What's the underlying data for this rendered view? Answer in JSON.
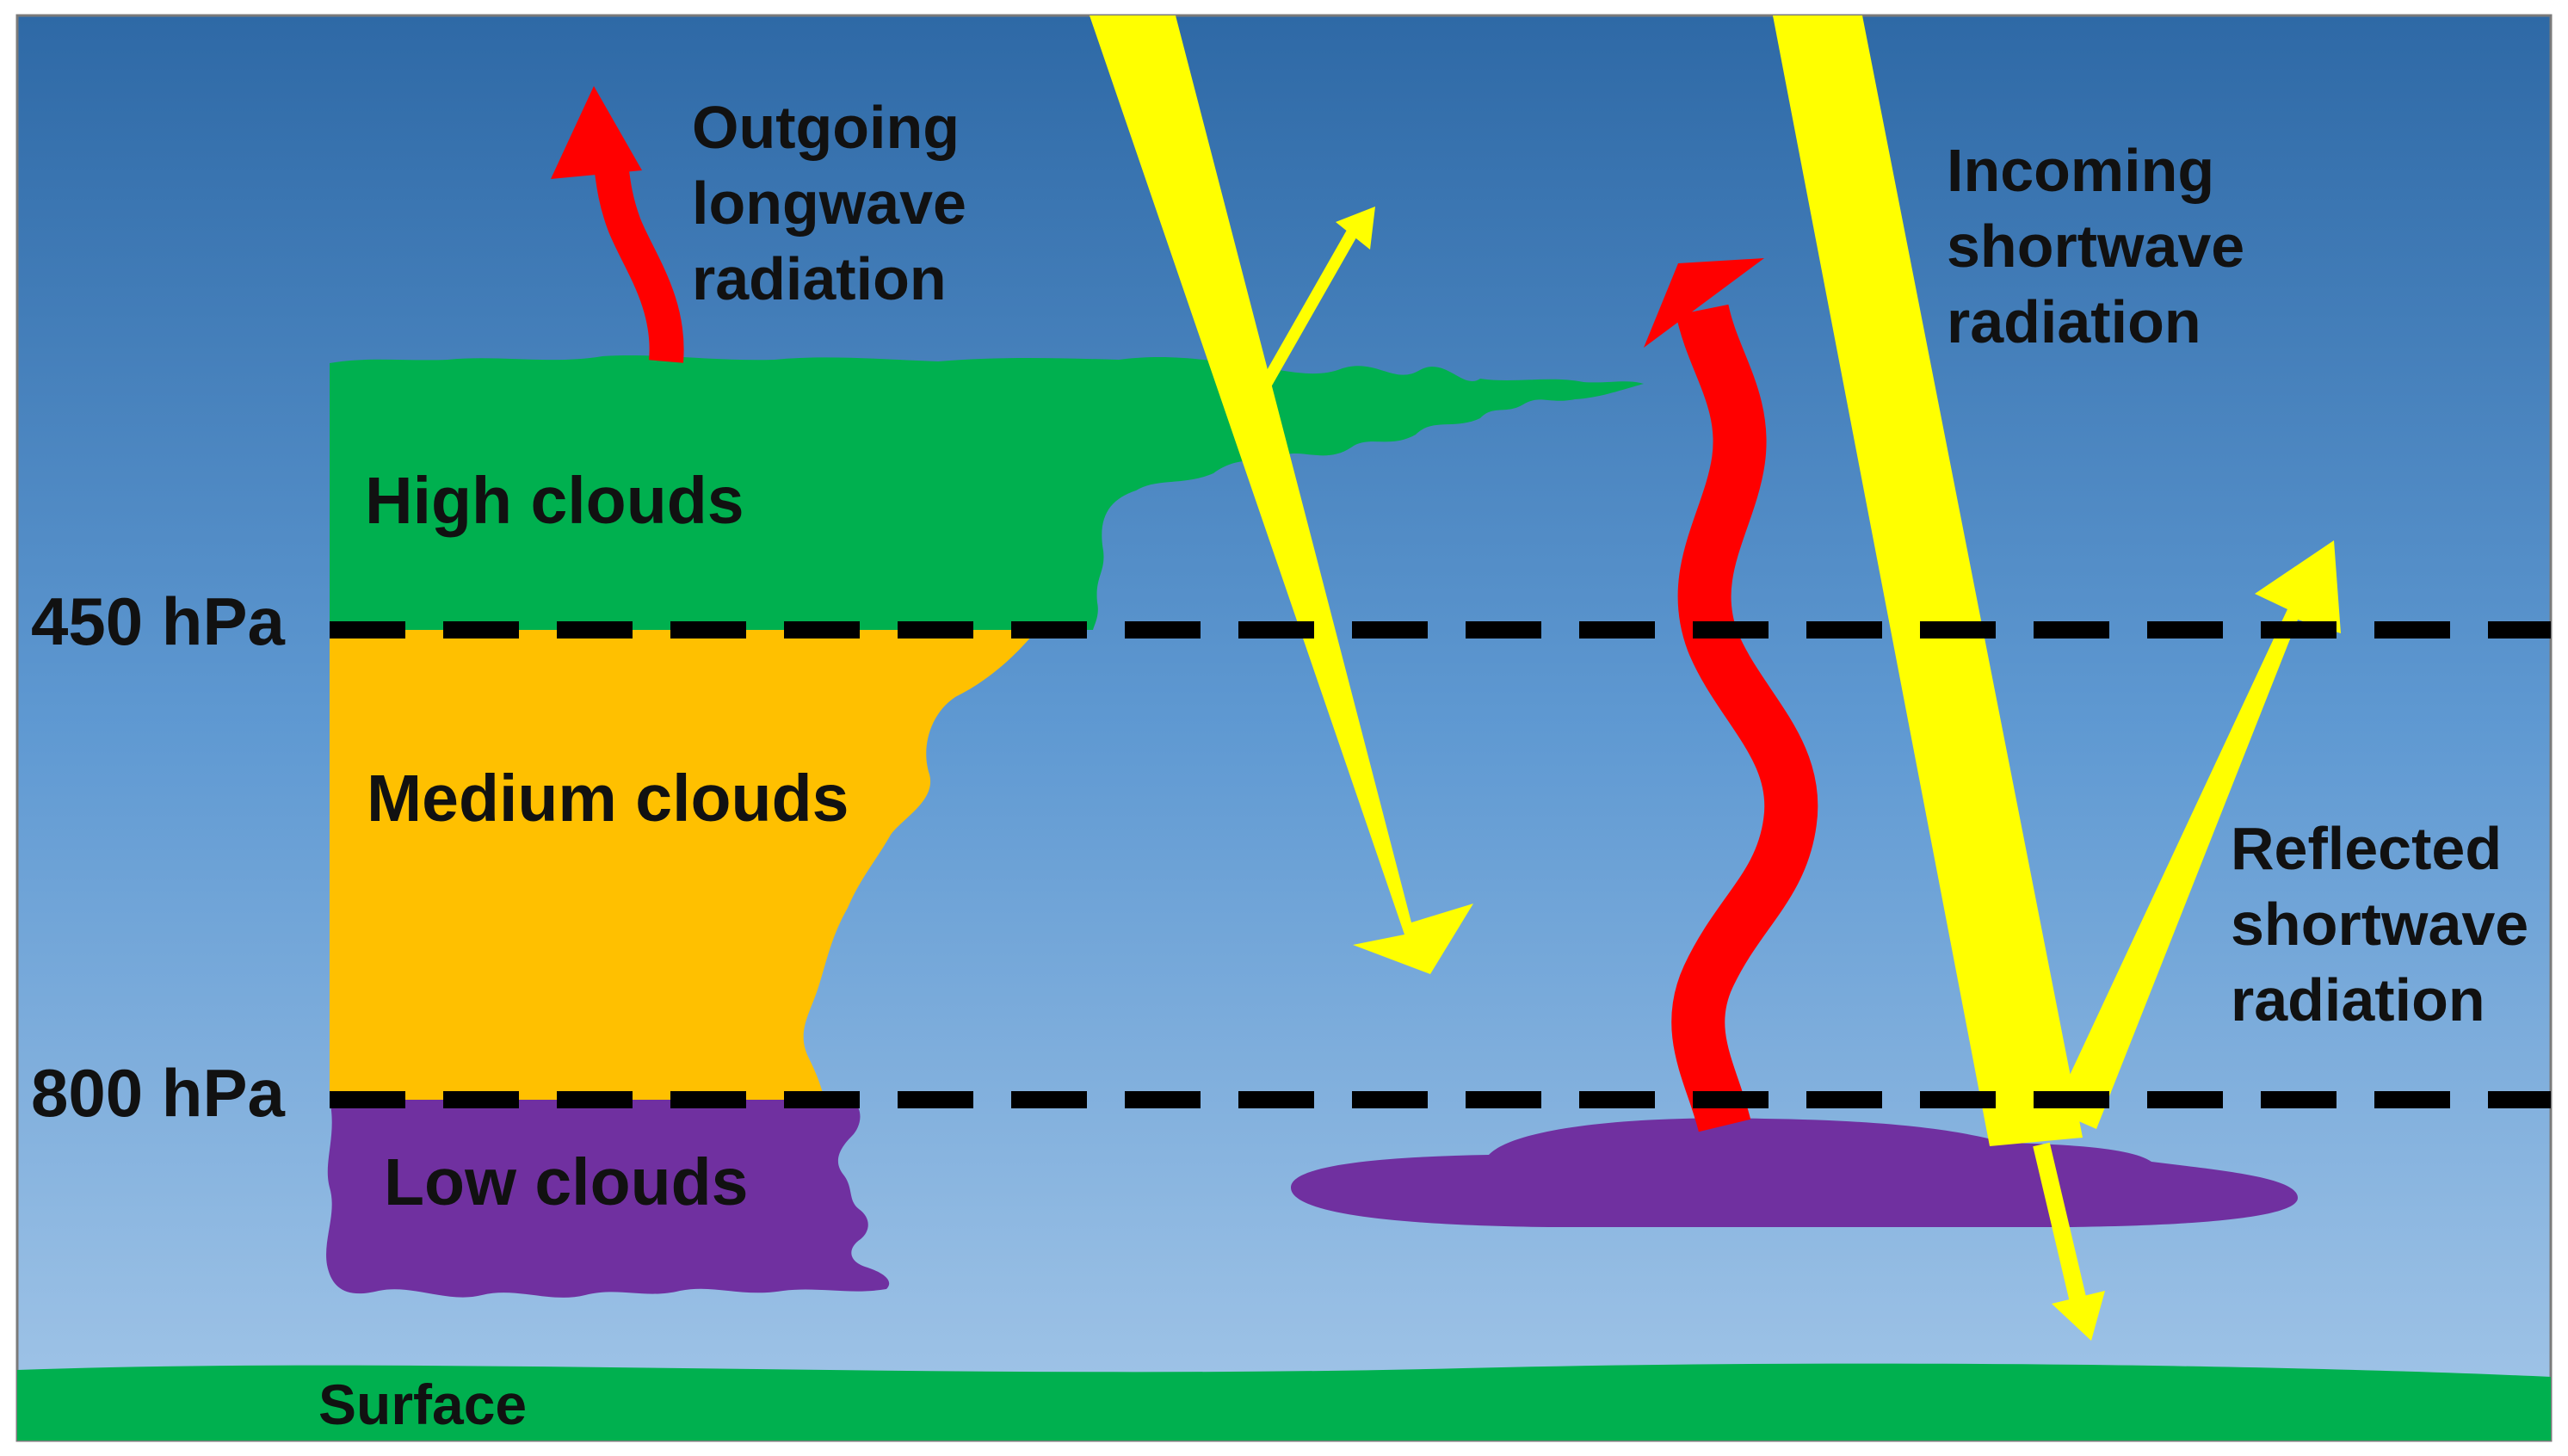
{
  "levels": {
    "upper": "450 hPa",
    "lower": "800 hPa"
  },
  "clouds": {
    "high": "High clouds",
    "medium": "Medium clouds",
    "low": "Low clouds"
  },
  "surface": "Surface",
  "radiation": {
    "outgoing_longwave": [
      "Outgoing",
      "longwave",
      "radiation"
    ],
    "incoming_shortwave": [
      "Incoming",
      "shortwave",
      "radiation"
    ],
    "reflected_shortwave": [
      "Reflected",
      "shortwave",
      "radiation"
    ]
  },
  "colors": {
    "sky_top": "#2e69a6",
    "sky_bottom": "#a3c6e8",
    "high_cloud": "#00b04f",
    "medium_cloud": "#ffc000",
    "low_cloud": "#7030a0",
    "surface": "#00b04f",
    "longwave": "#ff0000",
    "shortwave": "#ffff00",
    "pressure_line": "#000000"
  }
}
